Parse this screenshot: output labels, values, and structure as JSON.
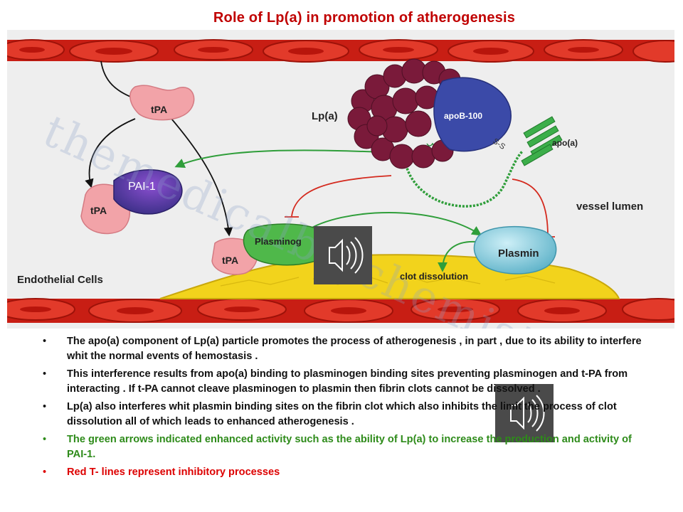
{
  "title": "Role of Lp(a) in promotion of atherogenesis",
  "diagram": {
    "watermark": "themedicalbiochemistrypage.org",
    "labels": {
      "tpa_top": "tPA",
      "pai1": "PAI-1",
      "tpa_mid": "tPA",
      "tpa_bottom": "tPA",
      "plasminogen": "Plasminog",
      "lpa": "Lp(a)",
      "apob100": "apoB-100",
      "apoa": "apo(a)",
      "ss": "S-S",
      "vessel_lumen": "vessel lumen",
      "plasmin": "Plasmin",
      "clot_dissolution": "clot dissolution",
      "endothelial_cells": "Endothelial Cells"
    },
    "colors": {
      "rbc": "#d42a1e",
      "green_arrow": "#2f9e3a",
      "red_tline": "#d42a1e",
      "clot": "#f0d21a",
      "tpa": "#f2a3a8",
      "pai1": "#5a3fa0",
      "lipid": "#7a1a3a",
      "apob": "#3b4aa8",
      "plasmin": "#7ec8da"
    }
  },
  "speaker_icons": [
    "speaker-icon",
    "speaker-icon"
  ],
  "bullets": [
    {
      "text": "The apo(a) component of Lp(a) particle promotes the process of atherogenesis , in part , due to its ability to interfere whit the normal events of hemostasis .",
      "color": "black"
    },
    {
      "text": "This interference results from apo(a) binding to plasminogen binding sites preventing plasminogen and t-PA from interacting . If t-PA cannot cleave plasminogen to plasmin then fibrin clots cannot be dissolved .",
      "color": "black"
    },
    {
      "text": "Lp(a) also interferes whit plasmin binding sites on the fibrin clot which also inhibits the limit the process of clot dissolution all of which leads to enhanced atherogenesis .",
      "color": "black"
    },
    {
      "text": "The green arrows indicated enhanced activity such as the ability of Lp(a) to increase the production and activity of PAI-1.",
      "color": "green"
    },
    {
      "text": "Red T- lines represent inhibitory processes",
      "color": "red"
    }
  ]
}
